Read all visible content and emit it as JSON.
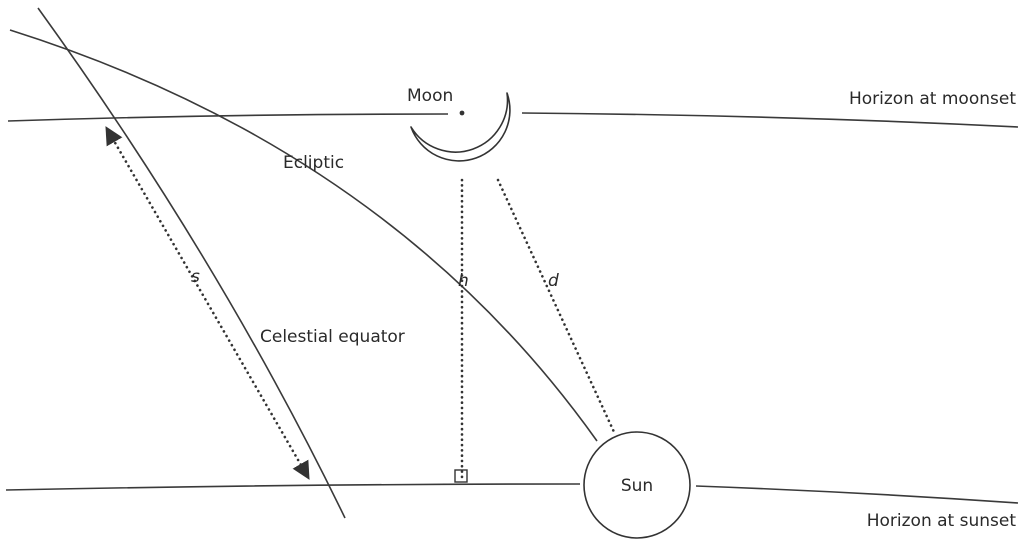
{
  "labels": {
    "moon": "Moon",
    "horizon_moonset": "Horizon at moonset",
    "ecliptic": "Ecliptic",
    "celestial_equator": "Celestial equator",
    "horizon_sunset": "Horizon at sunset",
    "sun": "Sun",
    "s": "s",
    "h": "h",
    "d": "d"
  }
}
